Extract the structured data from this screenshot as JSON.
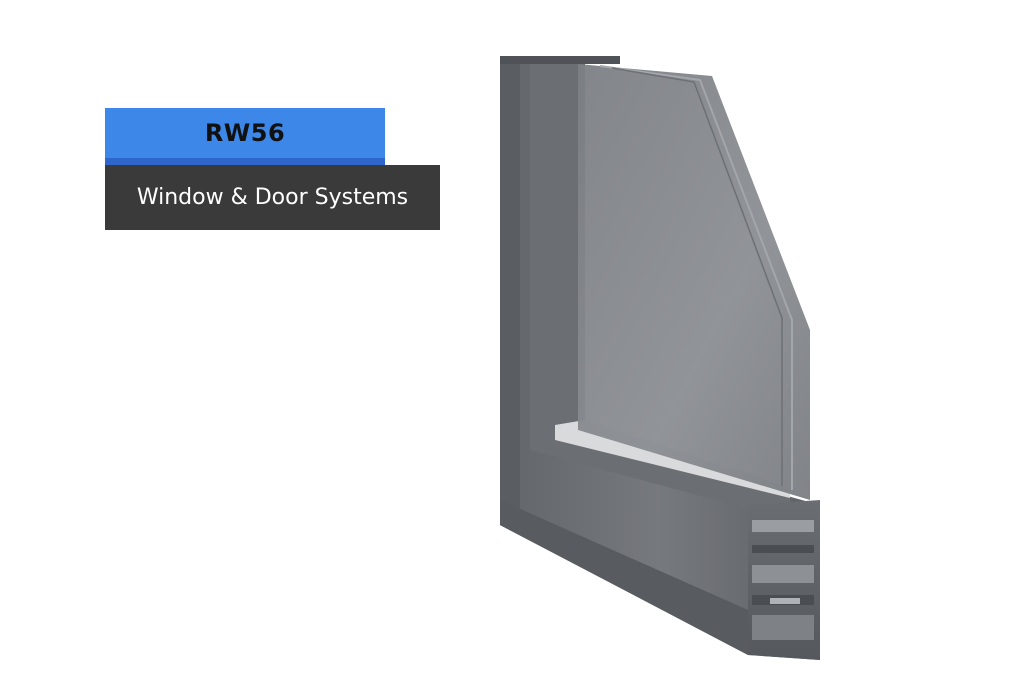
{
  "label": {
    "model": "RW56",
    "subtitle": "Window & Door Systems"
  },
  "colors": {
    "model_badge": "#3c87e8",
    "model_badge_edge": "#2f66cc",
    "subtitle_badge": "#3a3a3a",
    "profile": "#6e7074",
    "glass": "#8a8c90"
  },
  "image": {
    "subject": "aluminium-window-profile-corner"
  }
}
